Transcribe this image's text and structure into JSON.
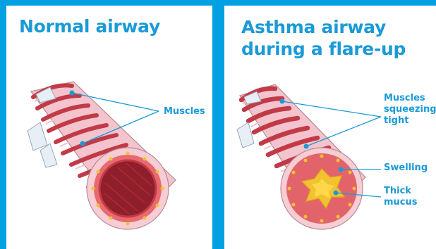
{
  "panels": [
    {
      "title": "Normal airway",
      "labels": {
        "muscles": "Muscles"
      }
    },
    {
      "title": "Asthma airway during a flare-up",
      "labels": {
        "muscles": "Muscles squeezing tight",
        "swelling": "Swelling",
        "mucus": "Thick mucus"
      }
    }
  ],
  "colors": {
    "background": "#00a0e3",
    "title": "#1a9ad6",
    "label": "#1a9ad6",
    "airway_tissue": "#f3c4cd",
    "muscle": "#c23a47",
    "mucus": "#f2c230"
  }
}
